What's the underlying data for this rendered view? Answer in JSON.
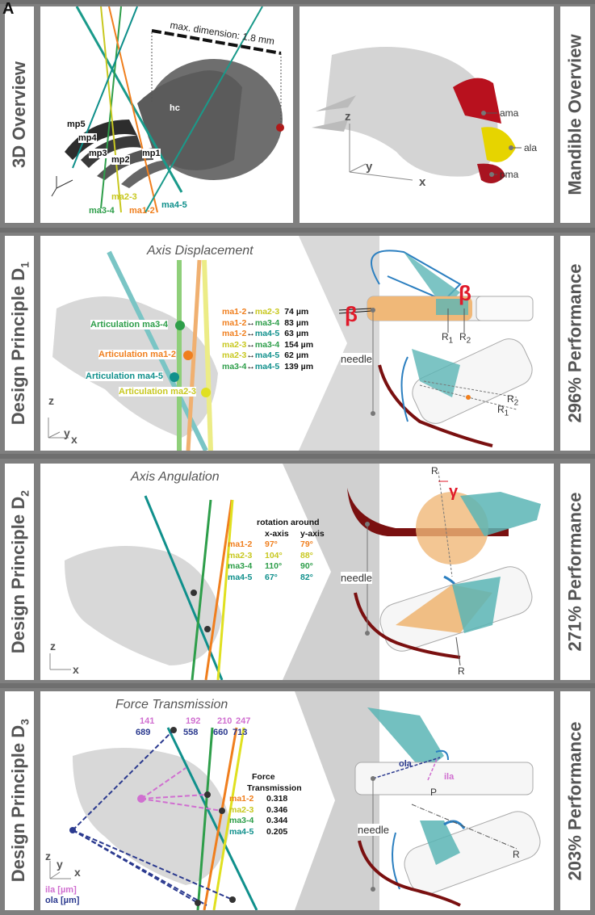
{
  "figure_letter": "A",
  "row1": {
    "left_label": "3D Overview",
    "right_label": "Mandible Overview",
    "max_dimension": "max. dimension: 1.8 mm",
    "hc": "hc",
    "mp_labels": [
      "mp5",
      "mp4",
      "mp3",
      "mp2",
      "mp1"
    ],
    "ma_labels": [
      "ma2-3",
      "ma3-4",
      "ma1-2",
      "ma4-5"
    ],
    "axes": [
      "z",
      "y",
      "x"
    ],
    "mandible_labels": [
      "ama",
      "ala",
      "pma"
    ]
  },
  "row2": {
    "left_label": "Design Principle D",
    "left_sub": "1",
    "right_label": "296% Performance",
    "title": "Axis Displacement",
    "articulations": [
      "Articulation ma3-4",
      "Articulation ma1-2",
      "Articulation ma4-5",
      "Articulation ma2-3"
    ],
    "table": [
      {
        "a": "ma1-2",
        "b": "ma2-3",
        "v": "74 µm"
      },
      {
        "a": "ma1-2",
        "b": "ma3-4",
        "v": "83 µm"
      },
      {
        "a": "ma1-2",
        "b": "ma4-5",
        "v": "63 µm"
      },
      {
        "a": "ma2-3",
        "b": "ma3-4",
        "v": "154 µm"
      },
      {
        "a": "ma2-3",
        "b": "ma4-5",
        "v": "62 µm"
      },
      {
        "a": "ma3-4",
        "b": "ma4-5",
        "v": "139 µm"
      }
    ],
    "arrow": "↔",
    "beta": "β",
    "r1": "R",
    "r2": "R",
    "needle": "needle"
  },
  "row3": {
    "left_label": "Design Principle D",
    "left_sub": "2",
    "right_label": "271% Performance",
    "title": "Axis Angulation",
    "rotation_header": "rotation around",
    "col_x": "x-axis",
    "col_y": "y-axis",
    "table": [
      {
        "m": "ma1-2",
        "x": "97°",
        "y": "79°"
      },
      {
        "m": "ma2-3",
        "x": "104°",
        "y": "88°"
      },
      {
        "m": "ma3-4",
        "x": "110°",
        "y": "90°"
      },
      {
        "m": "ma4-5",
        "x": "67°",
        "y": "82°"
      }
    ],
    "gamma": "γ",
    "r": "R",
    "needle": "needle"
  },
  "row4": {
    "left_label": "Design Principle D",
    "left_sub": "3",
    "right_label": "203% Performance",
    "title": "Force Transmission",
    "ila_values": [
      "141",
      "192",
      "210",
      "247"
    ],
    "ola_values": [
      "689",
      "558",
      "660",
      "713"
    ],
    "ft_header_1": "Force",
    "ft_header_2": "Transmission",
    "table": [
      {
        "m": "ma1-2",
        "v": "0.318"
      },
      {
        "m": "ma2-3",
        "v": "0.346"
      },
      {
        "m": "ma3-4",
        "v": "0.344"
      },
      {
        "m": "ma4-5",
        "v": "0.205"
      }
    ],
    "legend_ila": "ila [µm]",
    "legend_ola": "ola [µm]",
    "ola": "ola",
    "ila": "ila",
    "p": "P",
    "r": "R",
    "needle": "needle"
  }
}
